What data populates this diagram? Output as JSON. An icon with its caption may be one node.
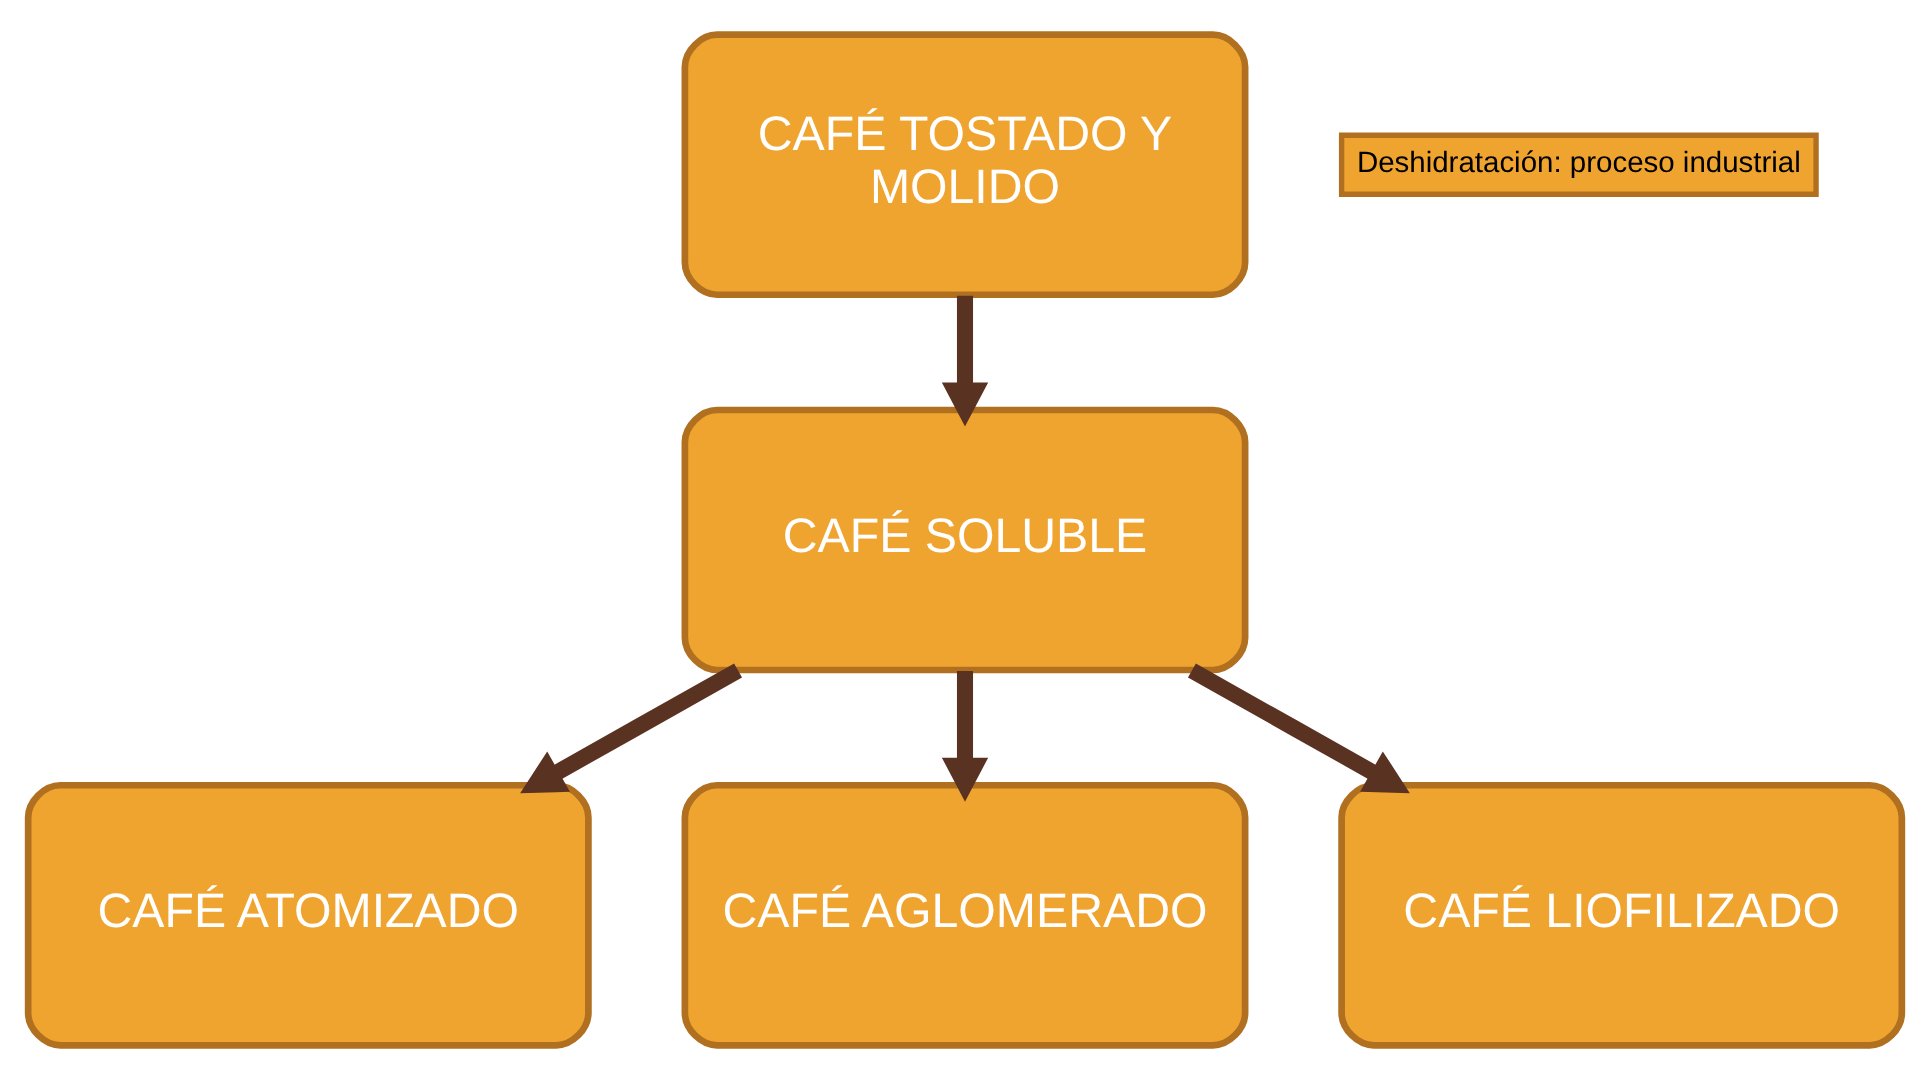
{
  "diagram": {
    "nodes": [
      {
        "text": [
          "CAFÉ TOSTADO Y MOLIDO"
        ]
      },
      {
        "text": [
          "Deshidratación: proceso industrial"
        ]
      },
      {
        "text": [
          "CAFÉ SOLUBLE"
        ]
      },
      {
        "text": [
          "CAFÉ ATOMIZADO"
        ]
      },
      {
        "text": [
          "CAFÉ AGLOMERADO"
        ]
      },
      {
        "text": [
          "CAFÉ LIOFILIZADO"
        ]
      }
    ],
    "edges": [
      {
        "from": 0,
        "to": 2,
        "arrow": "to"
      },
      {
        "from": 2,
        "to": 3,
        "arrow": "to"
      },
      {
        "from": 2,
        "to": 4,
        "arrow": "to"
      },
      {
        "from": 2,
        "to": 5,
        "arrow": "to"
      }
    ]
  }
}
